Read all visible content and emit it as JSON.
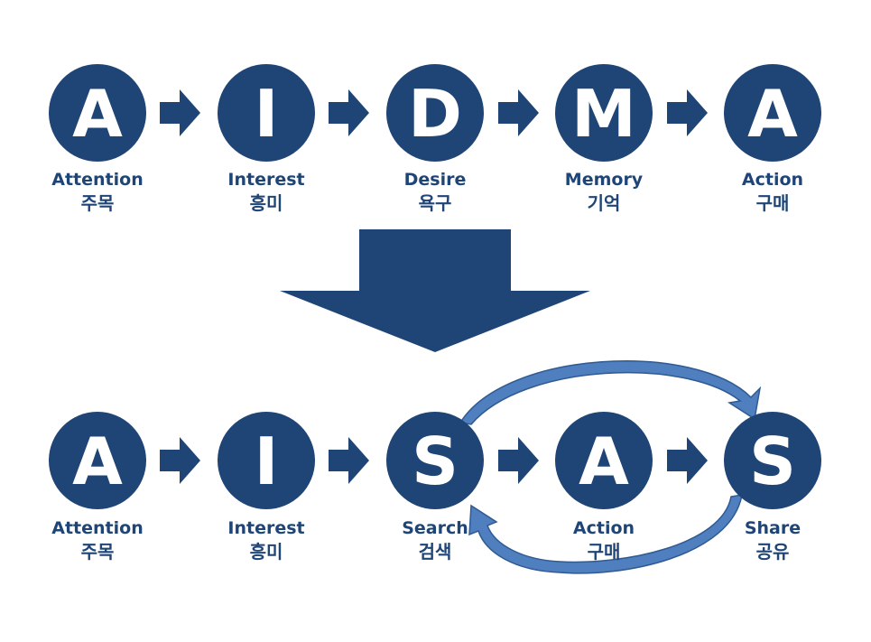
{
  "colors": {
    "node_fill": "#1f4577",
    "arrow_fill": "#1f4577",
    "cycle_arrow_fill": "#4f7fbf",
    "cycle_arrow_stroke": "#2f5a92",
    "text": "#1f4577",
    "background": "#ffffff"
  },
  "aidma": {
    "stages": [
      {
        "letter": "A",
        "label": "Attention",
        "label_ko": "주목"
      },
      {
        "letter": "I",
        "label": "Interest",
        "label_ko": "흥미"
      },
      {
        "letter": "D",
        "label": "Desire",
        "label_ko": "욕구"
      },
      {
        "letter": "M",
        "label": "Memory",
        "label_ko": "기억"
      },
      {
        "letter": "A",
        "label": "Action",
        "label_ko": "구매"
      }
    ]
  },
  "aisas": {
    "stages": [
      {
        "letter": "A",
        "label": "Attention",
        "label_ko": "주목"
      },
      {
        "letter": "I",
        "label": "Interest",
        "label_ko": "흥미"
      },
      {
        "letter": "S",
        "label": "Search",
        "label_ko": "검색"
      },
      {
        "letter": "A",
        "label": "Action",
        "label_ko": "구매"
      },
      {
        "letter": "S",
        "label": "Share",
        "label_ko": "공유"
      }
    ]
  },
  "icons": {
    "step_arrow": "right-arrow-icon",
    "transition_arrow": "down-arrow-icon",
    "cycle_arrows": "curved-arrow-icon"
  }
}
